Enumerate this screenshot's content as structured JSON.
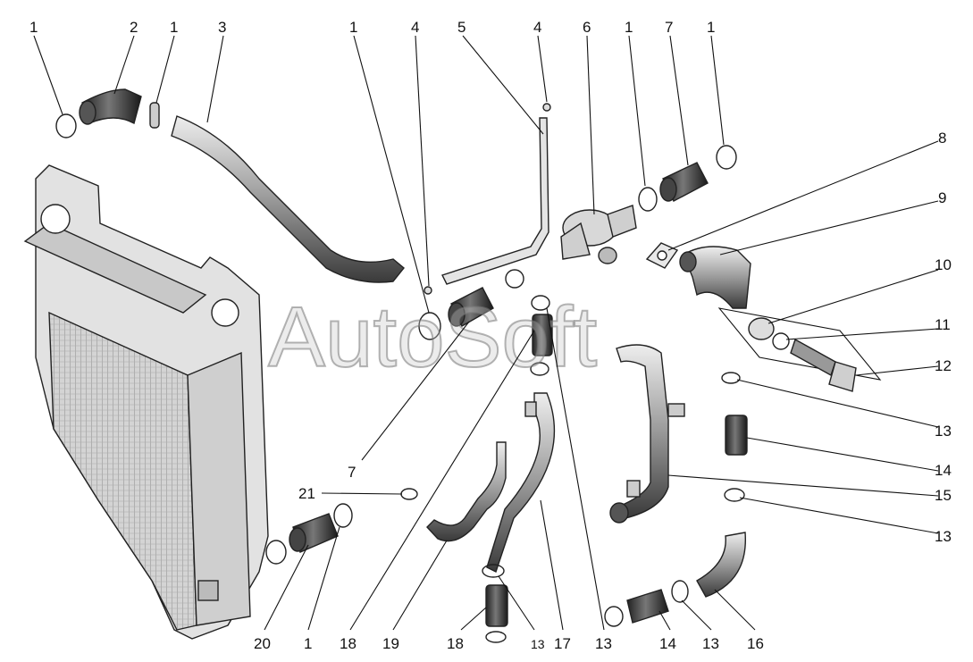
{
  "watermark": "AutoSoft",
  "callouts": [
    {
      "id": "c1",
      "text": "1"
    },
    {
      "id": "c2",
      "text": "2"
    },
    {
      "id": "c3",
      "text": "1"
    },
    {
      "id": "c4",
      "text": "3"
    },
    {
      "id": "c5",
      "text": "1"
    },
    {
      "id": "c6",
      "text": "4"
    },
    {
      "id": "c7",
      "text": "5"
    },
    {
      "id": "c8",
      "text": "4"
    },
    {
      "id": "c9",
      "text": "6"
    },
    {
      "id": "c10",
      "text": "1"
    },
    {
      "id": "c11",
      "text": "7"
    },
    {
      "id": "c12",
      "text": "1"
    },
    {
      "id": "c13",
      "text": "8"
    },
    {
      "id": "c14",
      "text": "9"
    },
    {
      "id": "c15",
      "text": "10"
    },
    {
      "id": "c16",
      "text": "11"
    },
    {
      "id": "c17",
      "text": "12"
    },
    {
      "id": "c18",
      "text": "13"
    },
    {
      "id": "c19",
      "text": "14"
    },
    {
      "id": "c20",
      "text": "15"
    },
    {
      "id": "c21",
      "text": "13"
    },
    {
      "id": "c22",
      "text": "7"
    },
    {
      "id": "c23",
      "text": "21"
    },
    {
      "id": "c24",
      "text": "20"
    },
    {
      "id": "c25",
      "text": "1"
    },
    {
      "id": "c26",
      "text": "18"
    },
    {
      "id": "c27",
      "text": "19"
    },
    {
      "id": "c28",
      "text": "18"
    },
    {
      "id": "c29",
      "text": "13"
    },
    {
      "id": "c30",
      "text": "17"
    },
    {
      "id": "c31",
      "text": "13"
    },
    {
      "id": "c32",
      "text": "14"
    },
    {
      "id": "c33",
      "text": "13"
    },
    {
      "id": "c34",
      "text": "16"
    }
  ]
}
